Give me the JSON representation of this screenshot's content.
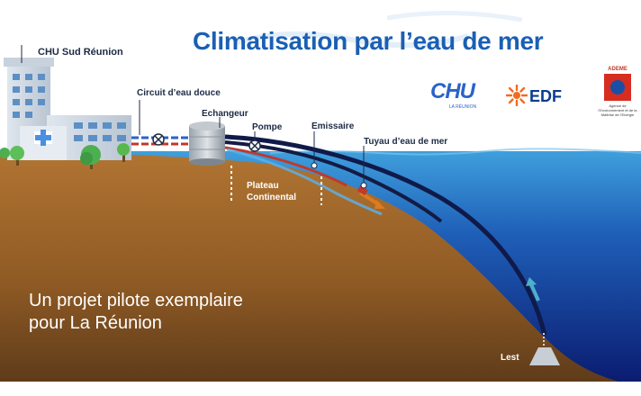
{
  "title": "Climatisation par l’eau de mer",
  "labels": {
    "hospital": "CHU Sud Réunion",
    "fresh_water_circuit": "Circuit d’eau douce",
    "exchanger": "Echangeur",
    "pump": "Pompe",
    "outfall": "Emissaire",
    "seawater_pipe": "Tuyau d’eau de mer",
    "plateau_line1": "Plateau",
    "plateau_line2": "Continental",
    "ballast": "Lest"
  },
  "tagline": {
    "line1": "Un projet pilote exemplaire",
    "line2": "pour La Réunion"
  },
  "logos": {
    "chu": {
      "text": "CHU",
      "subtext": "LA RÉUNION"
    },
    "edf": {
      "text": "EDF"
    },
    "ademe": {
      "text": "ADEME",
      "subtext": "Agence de l’Environnement et de la Maîtrise de l’Energie"
    }
  },
  "colors": {
    "title": "#1a5fb4",
    "ground": "#a66a2c",
    "sea_surface": "#2f8fd0",
    "sea_deep": "#0b1f7a",
    "pipe_dark": "#101a4a",
    "fresh_water_blue": "#2a63c8",
    "fresh_water_red": "#c0392b"
  }
}
